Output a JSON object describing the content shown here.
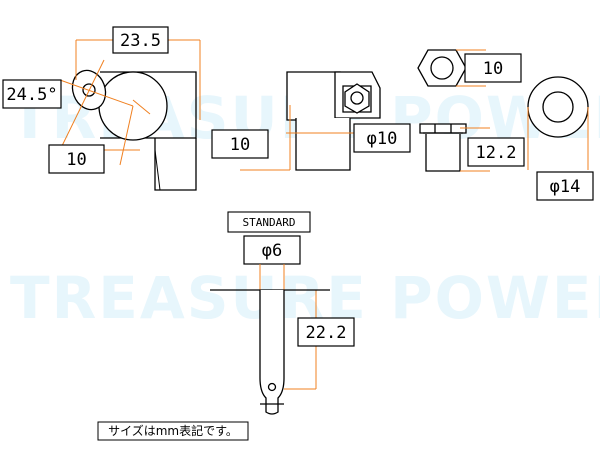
{
  "watermark": "TREASURE POWER.",
  "colors": {
    "line": "#000000",
    "dimension": "#f08020",
    "watermark": "#e7f6fc"
  },
  "dimensions": {
    "peg_width": "23.5",
    "peg_angle": "24.5°",
    "peg_offset": "10",
    "side_width": "10",
    "bushing_dia": "φ10",
    "nut_width": "10",
    "bushing_height": "12.2",
    "washer_dia": "φ14",
    "standard_label": "STANDARD",
    "post_dia": "φ6",
    "post_height": "22.2"
  },
  "note": "サイズはmm表記です。"
}
